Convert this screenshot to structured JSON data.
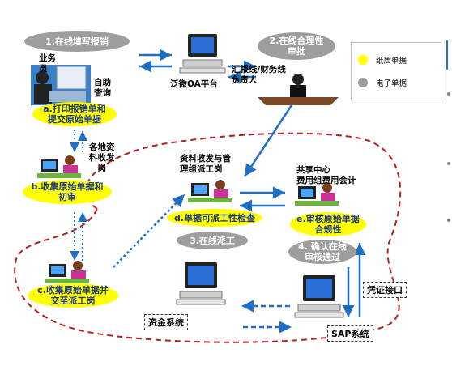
{
  "steps": {
    "s1": "1.在线填写报销",
    "s2_l1": "2.在线合理性",
    "s2_l2": "审批",
    "s3": "3.在线派工",
    "s4_l1": "4. 确认在线",
    "s4_l2": "审核通过"
  },
  "yellow": {
    "a_l1": "a.打印报销单和",
    "a_l2": "提交原始单据",
    "b_l1": "b.收集原始单据和",
    "b_l2": "初审",
    "c_l1": "c.收集原始单据并",
    "c_l2": "交至派工岗",
    "d": "d.单据可派工性检查",
    "e_l1": "e.审核原始单据",
    "e_l2": "合规性"
  },
  "labels": {
    "staff_l1": "业务",
    "staff_l2": "员",
    "self_l1": "自助",
    "self_l2": "查询",
    "oa": "泛微OA平台",
    "approver_l1": "汇报线/财务线",
    "approver_l2": "负责人",
    "local_l1": "各地资",
    "local_l2": "料收发",
    "local_l3": "岗",
    "mgmt_l1": "资料收发与管",
    "mgmt_l2": "理组派工岗",
    "share_l1": "共享中心",
    "share_l2": "费用组费用会计",
    "funds": "资金系统",
    "voucher": "凭证接口",
    "sap": "SAP系统"
  },
  "legend": {
    "paper": "纸质单据",
    "electronic": "电子单据",
    "paper_color": "#ffff00",
    "electronic_color": "#9e9e9e"
  },
  "colors": {
    "arrow_blue": "#1f6fc6",
    "boundary_red": "#b22222"
  }
}
